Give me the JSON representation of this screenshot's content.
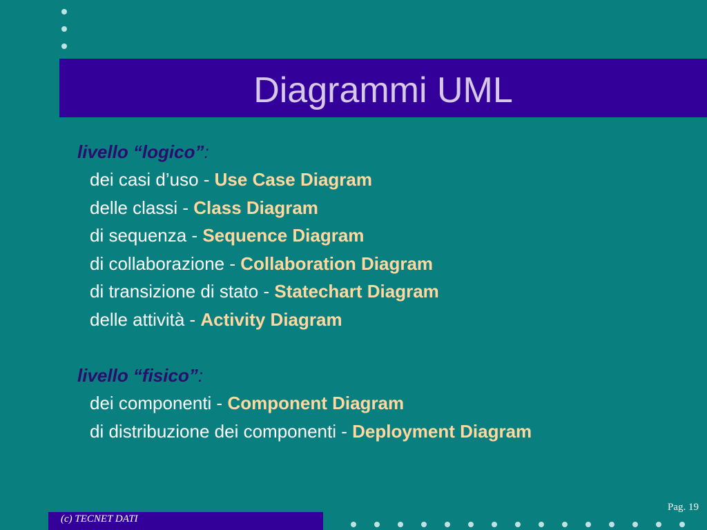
{
  "slide": {
    "title": "Diagrammi UML",
    "sections": [
      {
        "heading": "livello “logico”",
        "heading_suffix": ":",
        "items": [
          {
            "label": "dei casi d’uso - ",
            "diagram": "Use Case Diagram"
          },
          {
            "label": "delle classi - ",
            "diagram": "Class Diagram"
          },
          {
            "label": "di sequenza - ",
            "diagram": "Sequence Diagram"
          },
          {
            "label": "di collaborazione - ",
            "diagram": "Collaboration Diagram"
          },
          {
            "label": "di transizione di stato - ",
            "diagram": "Statechart Diagram"
          },
          {
            "label": "delle attività - ",
            "diagram": "Activity Diagram"
          }
        ]
      },
      {
        "heading": "livello “fisico”",
        "heading_suffix": ":",
        "items": [
          {
            "label": "dei componenti - ",
            "diagram": "Component Diagram"
          },
          {
            "label": "di distribuzione dei componenti - ",
            "diagram": "Deployment Diagram"
          }
        ]
      }
    ]
  },
  "footer": {
    "copyright": "(c)  TECNET DATI",
    "page": "Pag. 19"
  },
  "colors": {
    "background": "#0a7f7f",
    "title_bar": "#330099",
    "heading": "#2a0d6e",
    "diagram_name": "#ffd8a0"
  }
}
